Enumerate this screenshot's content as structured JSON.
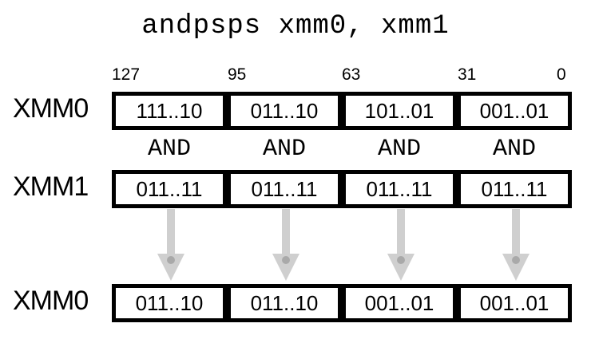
{
  "title": "andpsps xmm0, xmm1",
  "bit_labels": [
    "127",
    "95",
    "63",
    "31",
    "0"
  ],
  "operation": "AND",
  "registers": {
    "src0": {
      "name": "XMM0",
      "lanes": [
        "111..10",
        "011..10",
        "101..01",
        "001..01"
      ]
    },
    "src1": {
      "name": "XMM1",
      "lanes": [
        "011..11",
        "011..11",
        "011..11",
        "011..11"
      ]
    },
    "dest": {
      "name": "XMM0",
      "lanes": [
        "011..10",
        "011..10",
        "001..01",
        "001..01"
      ]
    }
  },
  "colors": {
    "arrow": "#cfcfcf",
    "arrow_dot": "#a9a9a9",
    "border": "#000000"
  }
}
